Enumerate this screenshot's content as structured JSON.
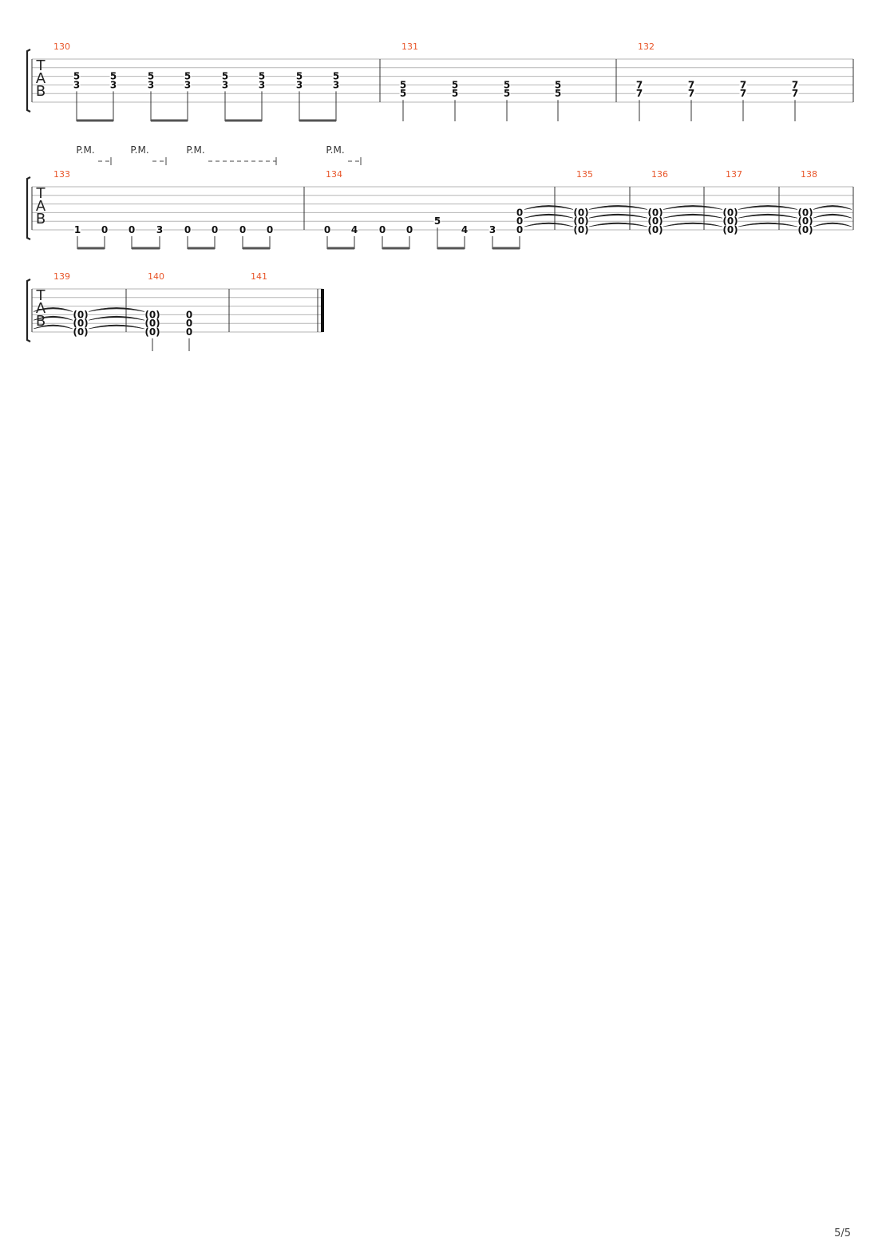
{
  "page": {
    "number": "5/5"
  },
  "tab_clef": [
    "T",
    "A",
    "B"
  ],
  "pm_label": "P.M.",
  "colors": {
    "measure_number": "#e8562a",
    "staff_line": "#b5b5b5",
    "ink": "#111111"
  },
  "systems": [
    {
      "pm": [],
      "measures": [
        {
          "number": "130",
          "beats": [
            {
              "notes": [
                {
                  "s": 3,
                  "f": "5"
                },
                {
                  "s": 4,
                  "f": "3"
                }
              ]
            },
            {
              "notes": [
                {
                  "s": 3,
                  "f": "5"
                },
                {
                  "s": 4,
                  "f": "3"
                }
              ]
            },
            {
              "notes": [
                {
                  "s": 3,
                  "f": "5"
                },
                {
                  "s": 4,
                  "f": "3"
                }
              ]
            },
            {
              "notes": [
                {
                  "s": 3,
                  "f": "5"
                },
                {
                  "s": 4,
                  "f": "3"
                }
              ]
            },
            {
              "notes": [
                {
                  "s": 3,
                  "f": "5"
                },
                {
                  "s": 4,
                  "f": "3"
                }
              ]
            },
            {
              "notes": [
                {
                  "s": 3,
                  "f": "5"
                },
                {
                  "s": 4,
                  "f": "3"
                }
              ]
            },
            {
              "notes": [
                {
                  "s": 3,
                  "f": "5"
                },
                {
                  "s": 4,
                  "f": "3"
                }
              ]
            },
            {
              "notes": [
                {
                  "s": 3,
                  "f": "5"
                },
                {
                  "s": 4,
                  "f": "3"
                }
              ]
            }
          ],
          "beams": [
            [
              0,
              1
            ],
            [
              2,
              3
            ],
            [
              4,
              5
            ],
            [
              6,
              7
            ]
          ]
        },
        {
          "number": "131",
          "beats": [
            {
              "notes": [
                {
                  "s": 4,
                  "f": "5"
                },
                {
                  "s": 5,
                  "f": "5"
                }
              ]
            },
            {
              "notes": [
                {
                  "s": 4,
                  "f": "5"
                },
                {
                  "s": 5,
                  "f": "5"
                }
              ]
            },
            {
              "notes": [
                {
                  "s": 4,
                  "f": "5"
                },
                {
                  "s": 5,
                  "f": "5"
                }
              ]
            },
            {
              "notes": [
                {
                  "s": 4,
                  "f": "5"
                },
                {
                  "s": 5,
                  "f": "5"
                }
              ]
            }
          ],
          "beams": []
        },
        {
          "number": "132",
          "beats": [
            {
              "notes": [
                {
                  "s": 4,
                  "f": "7"
                },
                {
                  "s": 5,
                  "f": "7"
                }
              ]
            },
            {
              "notes": [
                {
                  "s": 4,
                  "f": "7"
                },
                {
                  "s": 5,
                  "f": "7"
                }
              ]
            },
            {
              "notes": [
                {
                  "s": 4,
                  "f": "7"
                },
                {
                  "s": 5,
                  "f": "7"
                }
              ]
            },
            {
              "notes": [
                {
                  "s": 4,
                  "f": "7"
                },
                {
                  "s": 5,
                  "f": "7"
                }
              ]
            }
          ],
          "beams": []
        }
      ]
    },
    {
      "pm": [
        {
          "from": 0,
          "to": 1
        },
        {
          "from": 2,
          "to": 3
        },
        {
          "from": 4,
          "to": 7
        },
        {
          "from": 8,
          "to": 9
        }
      ],
      "measures": [
        {
          "number": "133",
          "beats": [
            {
              "notes": [
                {
                  "s": 6,
                  "f": "1"
                }
              ]
            },
            {
              "notes": [
                {
                  "s": 6,
                  "f": "0"
                }
              ]
            },
            {
              "notes": [
                {
                  "s": 6,
                  "f": "0"
                }
              ]
            },
            {
              "notes": [
                {
                  "s": 6,
                  "f": "3"
                }
              ]
            },
            {
              "notes": [
                {
                  "s": 6,
                  "f": "0"
                }
              ]
            },
            {
              "notes": [
                {
                  "s": 6,
                  "f": "0"
                }
              ]
            },
            {
              "notes": [
                {
                  "s": 6,
                  "f": "0"
                }
              ]
            },
            {
              "notes": [
                {
                  "s": 6,
                  "f": "0"
                }
              ]
            }
          ],
          "beams": [
            [
              0,
              1
            ],
            [
              2,
              3
            ],
            [
              4,
              5
            ],
            [
              6,
              7
            ]
          ]
        },
        {
          "number": "134",
          "beats": [
            {
              "notes": [
                {
                  "s": 6,
                  "f": "0"
                }
              ]
            },
            {
              "notes": [
                {
                  "s": 6,
                  "f": "4"
                }
              ]
            },
            {
              "notes": [
                {
                  "s": 6,
                  "f": "0"
                }
              ]
            },
            {
              "notes": [
                {
                  "s": 6,
                  "f": "0"
                }
              ]
            },
            {
              "notes": [
                {
                  "s": 5,
                  "f": "5"
                }
              ]
            },
            {
              "notes": [
                {
                  "s": 6,
                  "f": "4"
                }
              ]
            },
            {
              "notes": [
                {
                  "s": 6,
                  "f": "3"
                }
              ]
            },
            {
              "notes": [
                {
                  "s": 4,
                  "f": "0"
                },
                {
                  "s": 5,
                  "f": "0"
                },
                {
                  "s": 6,
                  "f": "0"
                }
              ]
            }
          ],
          "beams": [
            [
              0,
              1
            ],
            [
              2,
              3
            ],
            [
              4,
              5
            ],
            [
              6,
              7
            ]
          ]
        },
        {
          "number": "135",
          "beats": [
            {
              "notes": [
                {
                  "s": 4,
                  "f": "(0)"
                },
                {
                  "s": 5,
                  "f": "(0)"
                },
                {
                  "s": 6,
                  "f": "(0)"
                }
              ]
            }
          ],
          "beams": []
        },
        {
          "number": "136",
          "beats": [
            {
              "notes": [
                {
                  "s": 4,
                  "f": "(0)"
                },
                {
                  "s": 5,
                  "f": "(0)"
                },
                {
                  "s": 6,
                  "f": "(0)"
                }
              ]
            }
          ],
          "beams": []
        },
        {
          "number": "137",
          "beats": [
            {
              "notes": [
                {
                  "s": 4,
                  "f": "(0)"
                },
                {
                  "s": 5,
                  "f": "(0)"
                },
                {
                  "s": 6,
                  "f": "(0)"
                }
              ]
            }
          ],
          "beams": []
        },
        {
          "number": "138",
          "beats": [
            {
              "notes": [
                {
                  "s": 4,
                  "f": "(0)"
                },
                {
                  "s": 5,
                  "f": "(0)"
                },
                {
                  "s": 6,
                  "f": "(0)"
                }
              ]
            }
          ],
          "beams": []
        }
      ]
    },
    {
      "pm": [],
      "measures": [
        {
          "number": "139",
          "beats": [
            {
              "notes": [
                {
                  "s": 4,
                  "f": "(0)"
                },
                {
                  "s": 5,
                  "f": "(0)"
                },
                {
                  "s": 6,
                  "f": "(0)"
                }
              ]
            }
          ],
          "beams": []
        },
        {
          "number": "140",
          "beats": [
            {
              "notes": [
                {
                  "s": 4,
                  "f": "(0)"
                },
                {
                  "s": 5,
                  "f": "(0)"
                },
                {
                  "s": 6,
                  "f": "(0)"
                }
              ]
            },
            {
              "notes": [
                {
                  "s": 4,
                  "f": "0"
                },
                {
                  "s": 5,
                  "f": "0"
                },
                {
                  "s": 6,
                  "f": "0"
                }
              ]
            }
          ],
          "beams": []
        },
        {
          "number": "141",
          "beats": [],
          "beams": []
        }
      ]
    }
  ]
}
